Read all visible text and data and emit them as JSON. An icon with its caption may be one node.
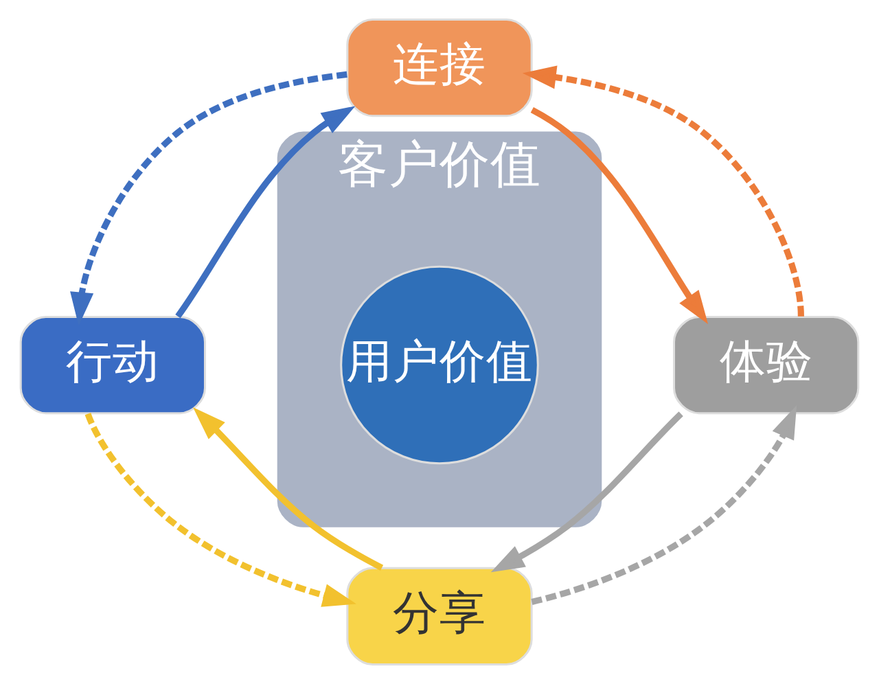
{
  "diagram": {
    "nodes": [
      {
        "text": [
          "连接"
        ]
      },
      {
        "text": [
          "客户价值"
        ]
      },
      {
        "text": [
          "用户价值"
        ],
        "in": 1
      },
      {
        "text": [
          "行动"
        ]
      },
      {
        "text": [
          "体验"
        ]
      },
      {
        "text": [
          "分享"
        ]
      }
    ],
    "edges": [
      {
        "from": 3,
        "to": 0,
        "arrow": "to",
        "color": "#3e6fc0"
      },
      {
        "from": 0,
        "to": 3,
        "arrow": "to",
        "style": "dashed",
        "color": "#3e6fc0"
      },
      {
        "from": 0,
        "to": 4,
        "arrow": "to",
        "color": "#ec7c3a"
      },
      {
        "from": 4,
        "to": 0,
        "arrow": "to",
        "style": "dashed",
        "color": "#ec7c3a"
      },
      {
        "from": 4,
        "to": 5,
        "arrow": "to",
        "color": "#a6a6a6"
      },
      {
        "from": 5,
        "to": 4,
        "arrow": "to",
        "style": "dashed",
        "color": "#a6a6a6"
      },
      {
        "from": 5,
        "to": 3,
        "arrow": "to",
        "color": "#f2c12e"
      },
      {
        "from": 3,
        "to": 5,
        "arrow": "to",
        "style": "dashed",
        "color": "#f2c12e"
      }
    ]
  }
}
